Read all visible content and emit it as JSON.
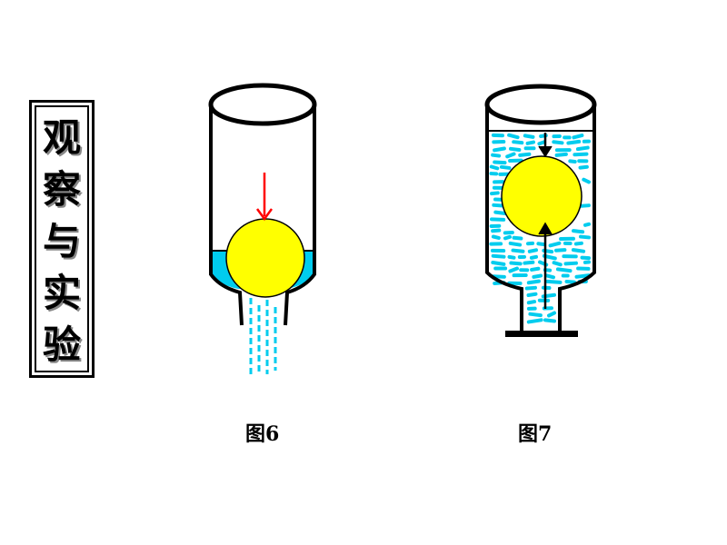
{
  "title": {
    "chars": [
      "观",
      "察",
      "与",
      "实",
      "验"
    ]
  },
  "figures": [
    {
      "caption": "图6"
    },
    {
      "caption": "图7"
    }
  ],
  "colors": {
    "water": "#00ccee",
    "ball": "#ffff00",
    "arrow_red": "#ff0000",
    "outline": "#000000"
  }
}
